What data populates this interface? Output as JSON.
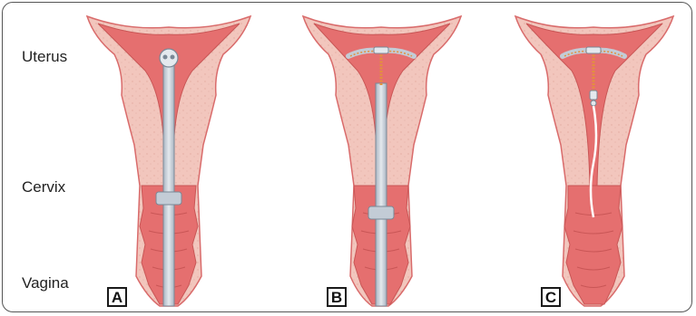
{
  "labels": {
    "uterus": "Uterus",
    "cervix": "Cervix",
    "vagina": "Vagina"
  },
  "panels": [
    {
      "letter": "A"
    },
    {
      "letter": "B"
    },
    {
      "letter": "C"
    }
  ],
  "colors": {
    "tissue": "#f2c6bd",
    "tissue_outline": "#d96b6b",
    "lining": "#e56f6f",
    "device_tube": "#c3ccd6",
    "device_outline": "#7a8896",
    "copper_coil": "#e3903c"
  }
}
